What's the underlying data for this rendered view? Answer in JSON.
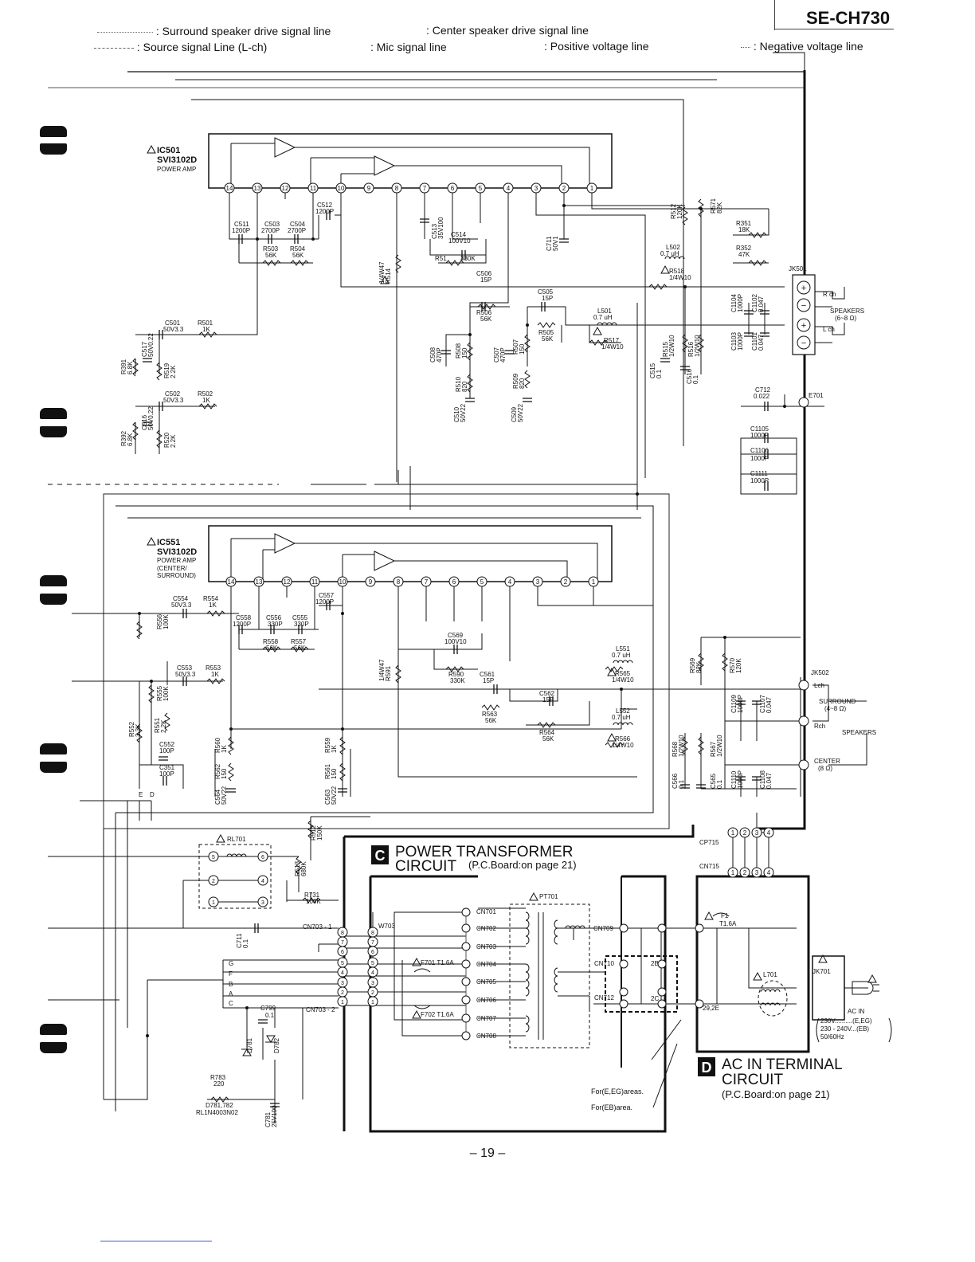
{
  "header": {
    "model": "SE-CH730",
    "legend": [
      "Surround speaker drive signal line",
      "Center speaker drive signal line",
      "Source signal Line (L-ch)",
      "Mic signal line",
      "Positive voltage line",
      "Negative voltage line"
    ]
  },
  "ic501": {
    "name": "IC501",
    "part": "SVI3102D",
    "desc": "POWER AMP"
  },
  "ic551": {
    "name": "IC551",
    "part": "SVI3102D",
    "desc1": "POWER AMP",
    "desc2": "(CENTER/",
    "desc3": "SURROUND)"
  },
  "ic_pins": [
    "14",
    "13",
    "12",
    "11",
    "10",
    "9",
    "8",
    "7",
    "6",
    "5",
    "4",
    "3",
    "2",
    "1"
  ],
  "components_top": {
    "c511": "C511",
    "c511v": "1200P",
    "c503": "C503",
    "c503v": "2700P",
    "c504": "C504",
    "c504v": "2700P",
    "c512": "C512",
    "c512v": "1200P",
    "r503": "R503",
    "r503v": "56K",
    "r504": "R504",
    "r504v": "56K",
    "c513": "C513",
    "c513v": "35V100",
    "c514": "C514",
    "c514v": "100V10",
    "r51": "R51",
    "r51v": "330K",
    "r514": "R514",
    "r514v": "1/4W47",
    "c711": "C711",
    "c711v": "50V1",
    "c506": "C506",
    "c506v": "15P",
    "r506": "R506",
    "r506v": "56K",
    "c505": "C505",
    "c505v": "15P",
    "r505": "R505",
    "r505v": "56K",
    "r512": "R512",
    "r512v": "120K",
    "r571": "R571",
    "r571v": "82K",
    "r351": "R351",
    "r351v": "18K",
    "r352": "R352",
    "r352v": "47K",
    "l502": "L502",
    "l502v": "0.7 uH",
    "r518": "R518",
    "r518v": "1/4W10",
    "l501": "L501",
    "l501v": "0.7 uH",
    "r517": "R517",
    "r517v": "1/4W10",
    "c501": "C501",
    "c501v": "50V3.3",
    "r501": "R501",
    "r501v": "1K",
    "c517": "C517",
    "c517v": "50V0.22",
    "r519": "R519",
    "r519v": "2.2K",
    "r391": "R391",
    "r391v": "6.8K",
    "c502": "C502",
    "c502v": "50V3.3",
    "r502": "R502",
    "r502v": "1K",
    "c516": "C516",
    "c516v": "50V0.22",
    "r520": "R520",
    "r520v": "2.2K",
    "r392": "R392",
    "r392v": "6.8K",
    "c508": "C508",
    "c508v": "470P",
    "r508": "R508",
    "r508v": "150",
    "r510": "R510",
    "r510v": "820",
    "c510": "C510",
    "c510v": "50V22",
    "c507": "C507",
    "c507v": "470P",
    "r507": "R507",
    "r507v": "150",
    "r509": "R509",
    "r509v": "820",
    "c509": "C509",
    "c509v": "50V22",
    "c515": "C515",
    "c515v": "0.1",
    "r515": "R515",
    "r515v": "1/2W10",
    "r516": "R516",
    "r516v": "1/2W10",
    "c516b": "C516",
    "c516bv": "0.1",
    "c1104": "C1104",
    "c1104v": "1000P",
    "c1102": "C1102",
    "c1102v": "0.047",
    "c1103": "C1103",
    "c1103v": "1000P",
    "c1101": "C1101",
    "c1101v": "0.047",
    "c712": "C712",
    "c712v": "0.022",
    "c1105": "C1105",
    "c1105v": "1000P",
    "c1106": "C1106",
    "c1106v": "1000P",
    "c1111": "C1111",
    "c1111v": "1000P",
    "jk501": "JK501",
    "rch": "R ch",
    "lch": "L ch",
    "speakers": "SPEAKERS",
    "speakers_imp": "(6~8 Ω)",
    "e701": "E701"
  },
  "components_bottom": {
    "c554": "C554",
    "c554v": "50V3.3",
    "r554": "R554",
    "r554v": "1K",
    "r556": "R556",
    "r556v": "100K",
    "c558": "C558",
    "c558v": "1200P",
    "c556": "C556",
    "c556v": "330P",
    "c555": "C555",
    "c555v": "330P",
    "c557": "C557",
    "c557v": "1200P",
    "r558": "R558",
    "r558v": "56K",
    "r557": "R557",
    "r557v": "56K",
    "c553": "C553",
    "c553v": "50V3.3",
    "r553": "R553",
    "r553v": "1K",
    "r555": "R555",
    "r555v": "100K",
    "r552": "R552",
    "r552v": "3.3K",
    "r551": "R551",
    "r551v": "2.2K",
    "c552": "C552",
    "c552v": "100P",
    "c351": "C351",
    "c351v": "100P",
    "r560": "R560",
    "r560v": "1K",
    "r562": "R562",
    "r562v": "150",
    "c564": "C564",
    "c564v": "50V22",
    "r559": "R559",
    "r559v": "1K",
    "r561": "R561",
    "r561v": "150",
    "c563": "C563",
    "c563v": "50V22",
    "c569": "C569",
    "c569v": "100V10",
    "r591": "R591",
    "r591v": "1/4W47",
    "r590": "R590",
    "r590v": "330K",
    "c561": "C561",
    "c561v": "15P",
    "r563": "R563",
    "r563v": "56K",
    "c562": "C562",
    "c562v": "15P",
    "r564": "R564",
    "r564v": "56K",
    "l551": "L551",
    "l551v": "0.7 uH",
    "r565": "R565",
    "r565v": "1/4W10",
    "l552": "L552",
    "l552v": "0.7 uH",
    "r566": "R566",
    "r566v": "1/4W10",
    "r569": "R569",
    "r569v": "82K",
    "r570": "R570",
    "r570v": "120K",
    "c566": "C566",
    "c566v": "0.1",
    "r568": "R568",
    "r568v": "1/2W10",
    "c565": "C565",
    "c565v": "0.1",
    "r567": "R567",
    "r567v": "1/2W10",
    "c1109": "C1109",
    "c1109v": "1000P",
    "c1107": "C1107",
    "c1107v": "0.047",
    "c1110": "C1110",
    "c1110v": "1000P",
    "c1108": "C1108",
    "c1108v": "0.047",
    "jk502": "JK502",
    "lch": "Lch",
    "rch": "Rch",
    "surround": "SURROUND",
    "surround_imp": "(4~8 Ω)",
    "speakers": "SPEAKERS",
    "center": "CENTER",
    "center_imp": "(8 Ω)"
  },
  "relay": {
    "rl701": "RL701",
    "r512": "R512",
    "r512v": "150K",
    "r513": "R513",
    "r513v": "680K",
    "r731": "R731",
    "r731v": "100K",
    "c711": "C711",
    "c711v": "0.1",
    "cn703_1": "CN703 - 1",
    "cn703_2": "CN703 - 2",
    "c799": "C799",
    "c799v": "0.1",
    "d781": "D781",
    "d782": "D782",
    "r783": "R783",
    "r783v": "220",
    "c781": "C781",
    "c781v": "25V100",
    "diodes": "D781,782",
    "diodes_part": "RL1N4003N02",
    "bus_labels": [
      "G",
      "F",
      "B",
      "A",
      "C"
    ],
    "ed": [
      "E",
      "D"
    ]
  },
  "power": {
    "tag": "C",
    "title1": "POWER  TRANSFORMER",
    "title2": "CIRCUIT",
    "board_ref": "(P.C.Board:on page 21)",
    "pt701": "PT701",
    "w703": "W703",
    "f701": "F701 T1.6A",
    "f702": "F702 T1.6A",
    "connectors": [
      "CN701",
      "CN702",
      "CN703",
      "CN704",
      "CN705",
      "CN706",
      "CN707",
      "CN708"
    ],
    "cn709": "CN709",
    "cn710": "CN710",
    "cn712": "CN712",
    "v2b": "2B",
    "v2c": "2C",
    "cp715": "CP715",
    "cn715": "CN715",
    "for_e": "For(E,EG)areas.",
    "for_eb": "For(EB)area."
  },
  "acin": {
    "tag": "D",
    "title1": "AC  IN  TERMINAL",
    "title2": "CIRCUIT",
    "board_ref": "(P.C.Board:on page 21)",
    "f1": "F1",
    "f1v": "T1.6A",
    "l701": "L701",
    "jk701": "JK701",
    "acin": "AC IN",
    "v29": "29,2E",
    "volt1": "230V..........(E,EG)",
    "volt2": "230 - 240V...(EB)",
    "volt3": "50/60Hz"
  },
  "footer": {
    "page": "– 19 –"
  }
}
